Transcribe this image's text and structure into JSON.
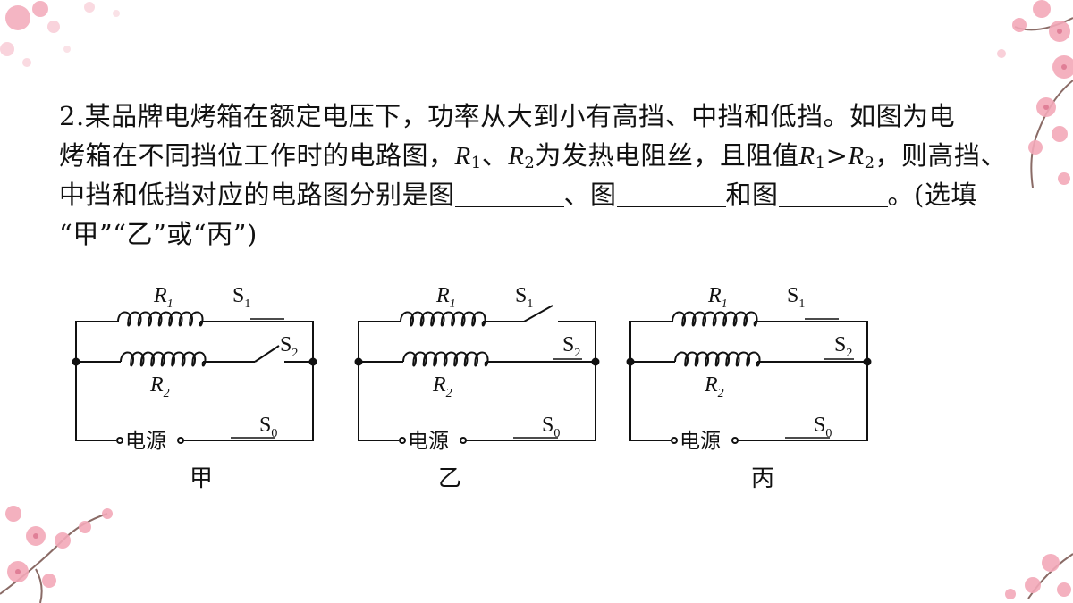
{
  "question": {
    "number": "2.",
    "line1": "某品牌电烤箱在额定电压下，功率从大到小有高挡、中挡和低挡。如图为电",
    "line2_a": "烤箱在不同挡位工作时的电路图，",
    "r1": "R",
    "r1_sub": "1",
    "sep": "、",
    "r2": "R",
    "r2_sub": "2",
    "line2_b": "为发热电阻丝，且阻值",
    "gt": ">",
    "line2_c": "，则高挡、",
    "line3_a": "中挡和低挡对应的电路图分别是图",
    "line3_b": "、图",
    "line3_c": "和图",
    "line3_d": "。(选填",
    "line4": "“甲”“乙”或“丙”)"
  },
  "circuits": [
    {
      "caption": "甲",
      "r1": "R",
      "r1_sub": "1",
      "r2": "R",
      "r2_sub": "2",
      "s1": "S",
      "s1_sub": "1",
      "s2": "S",
      "s2_sub": "2",
      "s0": "S",
      "s0_sub": "0",
      "source": "电源",
      "s1_state": "closed",
      "s2_state": "open"
    },
    {
      "caption": "乙",
      "r1": "R",
      "r1_sub": "1",
      "r2": "R",
      "r2_sub": "2",
      "s1": "S",
      "s1_sub": "1",
      "s2": "S",
      "s2_sub": "2",
      "s0": "S",
      "s0_sub": "0",
      "source": "电源",
      "s1_state": "open",
      "s2_state": "closed"
    },
    {
      "caption": "丙",
      "r1": "R",
      "r1_sub": "1",
      "r2": "R",
      "r2_sub": "2",
      "s1": "S",
      "s1_sub": "1",
      "s2": "S",
      "s2_sub": "2",
      "s0": "S",
      "s0_sub": "0",
      "source": "电源",
      "s1_state": "closed",
      "s2_state": "closed"
    }
  ],
  "colors": {
    "blossom": "#f3a9b9",
    "blossom_dark": "#e07f97",
    "branch": "#8a6b66"
  }
}
